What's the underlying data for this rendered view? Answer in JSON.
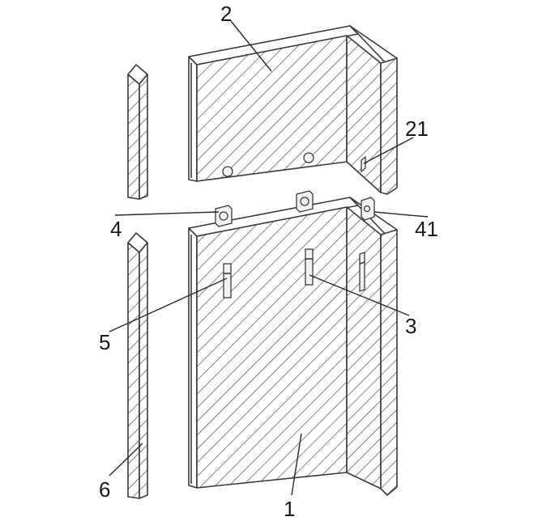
{
  "labels": {
    "part_1": "1",
    "part_2": "2",
    "part_21": "21",
    "part_3": "3",
    "part_4": "4",
    "part_41": "41",
    "part_5": "5",
    "part_6": "6"
  },
  "colors": {
    "line": "#3a3a3a",
    "hatch": "#5a5a5a",
    "face": "#ffffff",
    "label": "#1a1a1a"
  }
}
